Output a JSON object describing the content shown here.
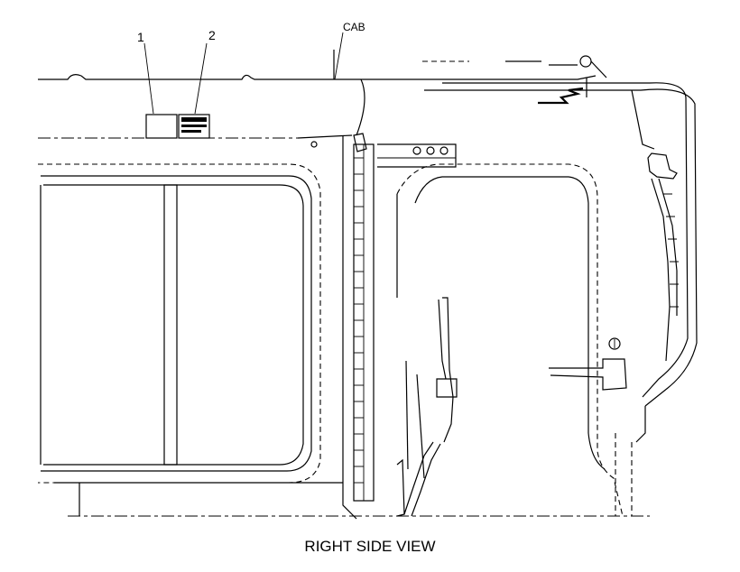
{
  "callouts": {
    "item1": "1",
    "item2": "2",
    "cab": "CAB"
  },
  "caption": "RIGHT SIDE VIEW"
}
